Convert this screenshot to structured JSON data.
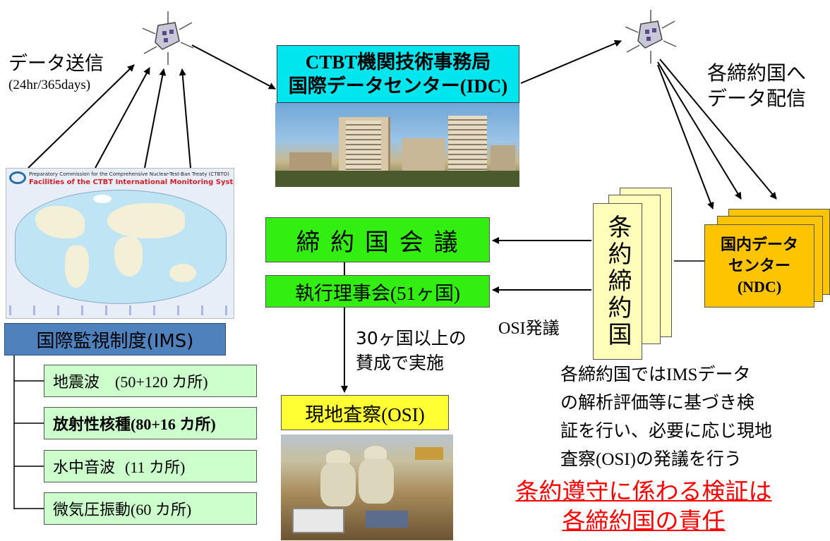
{
  "data_send": {
    "line1": "データ送信",
    "line2": "(24hr/365days)"
  },
  "idc": {
    "line1": "CTBT機関技術事務局",
    "line2": "国際データセンター(IDC)"
  },
  "distribution": {
    "line1": "各締約国へ",
    "line2": "データ配信"
  },
  "map": {
    "header": "Preparatory Commission for the Comprehensive Nuclear-Test-Ban Treaty (CTBTO)",
    "title": "Facilities of the CTBT International Monitoring System"
  },
  "conference": "締 約 国 会 議",
  "executive_council": "執行理事会(51ヶ国)",
  "osi_proposal": "OSI発議",
  "states_parties_vertical": "条約締約国",
  "ndc": {
    "line1": "国内データ",
    "line2": "センター",
    "line3": "(NDC)"
  },
  "approval": {
    "line1": "30ヶ国以上の",
    "line2": "賛成で実施"
  },
  "osi": "現地査察(OSI)",
  "ims": {
    "title": "国際監視制度(IMS)",
    "items": [
      {
        "label": "地震波",
        "count": "(50+120 カ所)"
      },
      {
        "label": "放射性核種(80+16 カ所)",
        "count": ""
      },
      {
        "label": "水中音波",
        "count": "(11 カ所)"
      },
      {
        "label": "微気圧振動(60 カ所)",
        "count": ""
      }
    ]
  },
  "note": {
    "line1": "各締約国ではIMSデータ",
    "line2": "の解析評価等に基づき検",
    "line3": "証を行い、必要に応じ現地",
    "line4": "査察(OSI)の発議を行う"
  },
  "responsibility": {
    "line1": "条約遵守に係わる検証は",
    "line2": "各締約国の責任"
  },
  "colors": {
    "cyan": "#00e5ee",
    "green": "#33ee11",
    "yellow": "#ffff33",
    "light_yellow": "#ffffbb",
    "orange": "#ffc400",
    "ims_blue": "#4f81bd",
    "light_green": "#ccffcc",
    "red": "#ff0000"
  }
}
